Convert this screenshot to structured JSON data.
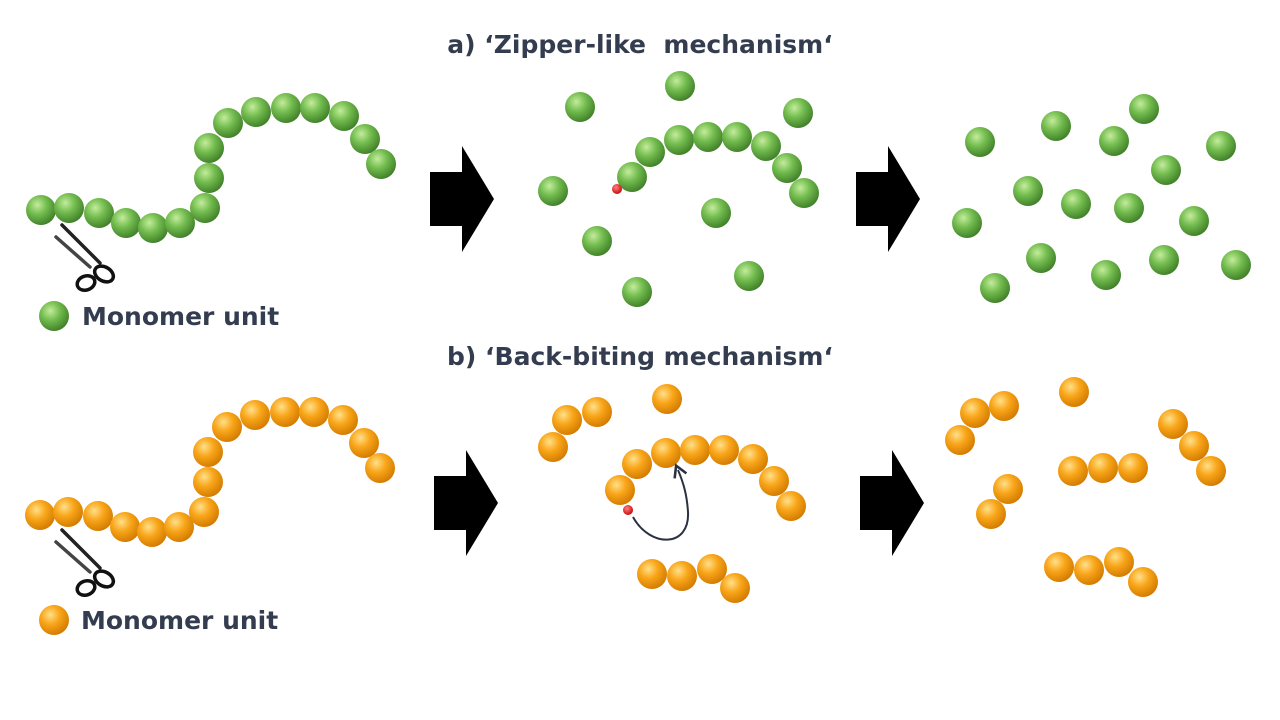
{
  "titles": {
    "zipper": "a) ‘Zipper-like  mechanism‘",
    "backbiting": "b) ‘Back-biting mechanism‘"
  },
  "legend": {
    "monomer_label_green": "Monomer unit",
    "monomer_label_orange": "Monomer unit"
  },
  "colors": {
    "green_monomer": "#6bb34a",
    "orange_monomer": "#f7a010",
    "radical_dot": "#e31e1e",
    "arrow": "#000000",
    "text": "#333d4f"
  },
  "icons": {
    "cut_marker": "scissors-icon",
    "step_arrow": "arrow-right-icon",
    "backbite_arc": "curved-arrow-icon"
  }
}
